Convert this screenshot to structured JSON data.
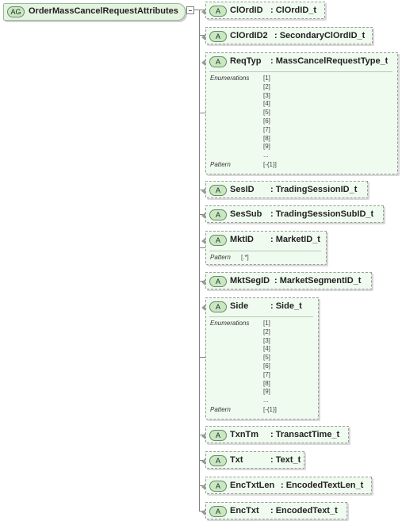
{
  "group": {
    "badge": "AG",
    "title": "OrderMassCancelRequestAttributes"
  },
  "attributes": [
    {
      "badge": "A",
      "name": "ClOrdID",
      "type": ": ClOrdID_t"
    },
    {
      "badge": "A",
      "name": "ClOrdID2",
      "type": ": SecondaryClOrdID_t"
    },
    {
      "badge": "A",
      "name": "ReqTyp",
      "type": ": MassCancelRequestType_t",
      "enumerations_label": "Enumerations",
      "enumerations": "[1]\n[2]\n[3]\n[4]\n[5]\n[6]\n[7]\n[8]\n[9]\n...",
      "pattern_label": "Pattern",
      "pattern": "[-{1}]"
    },
    {
      "badge": "A",
      "name": "SesID",
      "type": ": TradingSessionID_t"
    },
    {
      "badge": "A",
      "name": "SesSub",
      "type": ": TradingSessionSubID_t"
    },
    {
      "badge": "A",
      "name": "MktID",
      "type": ": MarketID_t",
      "pattern_label": "Pattern",
      "pattern": "[.*]"
    },
    {
      "badge": "A",
      "name": "MktSegID",
      "type": ": MarketSegmentID_t"
    },
    {
      "badge": "A",
      "name": "Side",
      "type": ": Side_t",
      "enumerations_label": "Enumerations",
      "enumerations": "[1]\n[2]\n[3]\n[4]\n[5]\n[6]\n[7]\n[8]\n[9]\n...",
      "pattern_label": "Pattern",
      "pattern": "[-{1}]"
    },
    {
      "badge": "A",
      "name": "TxnTm",
      "type": ": TransactTime_t"
    },
    {
      "badge": "A",
      "name": "Txt",
      "type": ": Text_t"
    },
    {
      "badge": "A",
      "name": "EncTxtLen",
      "type": ": EncodedTextLen_t"
    },
    {
      "badge": "A",
      "name": "EncTxt",
      "type": ": EncodedText_t"
    }
  ]
}
